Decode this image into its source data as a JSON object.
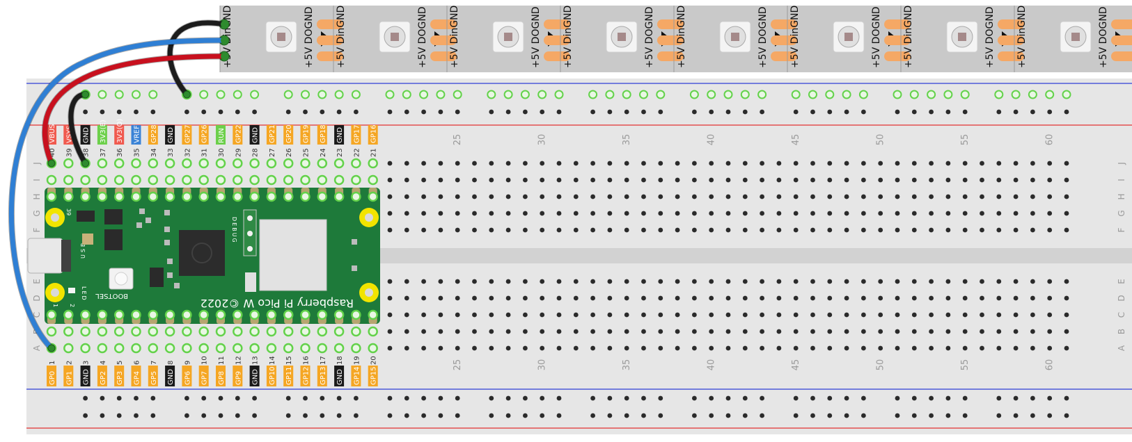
{
  "breadboard": {
    "row_letters": [
      "J",
      "I",
      "H",
      "G",
      "F",
      "E",
      "D",
      "C",
      "B",
      "A"
    ],
    "col_markers": [
      "25",
      "30",
      "35",
      "40",
      "45",
      "50",
      "55",
      "60"
    ],
    "top_pin_numbers": [
      "40",
      "39",
      "38",
      "37",
      "36",
      "35",
      "34",
      "33",
      "32",
      "31",
      "30",
      "29",
      "28",
      "27",
      "26",
      "25",
      "24",
      "23",
      "22",
      "21"
    ],
    "bottom_pin_numbers": [
      "1",
      "2",
      "3",
      "4",
      "5",
      "6",
      "7",
      "8",
      "9",
      "10",
      "11",
      "12",
      "13",
      "14",
      "15",
      "16",
      "17",
      "18",
      "19",
      "20"
    ]
  },
  "pico": {
    "name_label": "Raspberry Pi Pico W ©2022",
    "bootsel_label": "BOOTSEL",
    "led_label": "LED",
    "usb_label": "USB",
    "debug_label": "DEBUG",
    "pin1_marker": "1",
    "pin2_marker": "2",
    "pin39_marker": "39",
    "top_pins": [
      {
        "label": "VBUS",
        "color": "#f05a4f"
      },
      {
        "label": "VSYS",
        "color": "#f05a4f"
      },
      {
        "label": "GND",
        "color": "#1a1a1a"
      },
      {
        "label": "3V3(E)",
        "color": "#6dd04b"
      },
      {
        "label": "3V3(O)",
        "color": "#f05a4f"
      },
      {
        "label": "VREF",
        "color": "#3a83d6"
      },
      {
        "label": "GP28",
        "color": "#f5a623"
      },
      {
        "label": "GND",
        "color": "#1a1a1a"
      },
      {
        "label": "GP27",
        "color": "#f5a623"
      },
      {
        "label": "GP26",
        "color": "#f5a623"
      },
      {
        "label": "RUN",
        "color": "#6dd04b"
      },
      {
        "label": "GP22",
        "color": "#f5a623"
      },
      {
        "label": "GND",
        "color": "#1a1a1a"
      },
      {
        "label": "GP21",
        "color": "#f5a623"
      },
      {
        "label": "GP20",
        "color": "#f5a623"
      },
      {
        "label": "GP19",
        "color": "#f5a623"
      },
      {
        "label": "GP18",
        "color": "#f5a623"
      },
      {
        "label": "GND",
        "color": "#1a1a1a"
      },
      {
        "label": "GP17",
        "color": "#f5a623"
      },
      {
        "label": "GP16",
        "color": "#f5a623"
      }
    ],
    "bottom_pins": [
      {
        "label": "GP0",
        "color": "#f5a623"
      },
      {
        "label": "GP1",
        "color": "#f5a623"
      },
      {
        "label": "GND",
        "color": "#1a1a1a"
      },
      {
        "label": "GP2",
        "color": "#f5a623"
      },
      {
        "label": "GP3",
        "color": "#f5a623"
      },
      {
        "label": "GP4",
        "color": "#f5a623"
      },
      {
        "label": "GP5",
        "color": "#f5a623"
      },
      {
        "label": "GND",
        "color": "#1a1a1a"
      },
      {
        "label": "GP6",
        "color": "#f5a623"
      },
      {
        "label": "GP7",
        "color": "#f5a623"
      },
      {
        "label": "GP8",
        "color": "#f5a623"
      },
      {
        "label": "GP9",
        "color": "#f5a623"
      },
      {
        "label": "GND",
        "color": "#1a1a1a"
      },
      {
        "label": "GP10",
        "color": "#f5a623"
      },
      {
        "label": "GP11",
        "color": "#f5a623"
      },
      {
        "label": "GP12",
        "color": "#f5a623"
      },
      {
        "label": "GP13",
        "color": "#f5a623"
      },
      {
        "label": "GND",
        "color": "#1a1a1a"
      },
      {
        "label": "GP14",
        "color": "#f5a623"
      },
      {
        "label": "GP15",
        "color": "#f5a623"
      }
    ]
  },
  "led_strip": {
    "input_label": "+5V DinGND",
    "output_label": "+5V DOGND",
    "pixel_count": 8
  },
  "wires": [
    {
      "id": "black",
      "color": "#1c1c1c"
    },
    {
      "id": "blue",
      "color": "#2f7fd4"
    },
    {
      "id": "red",
      "color": "#c8101e"
    }
  ],
  "colors": {
    "board": "#e6e6e6",
    "pico_green": "#1e7a3a",
    "strip": "#c9c9c9",
    "pad": "#f5a865",
    "hole_green": "#63d24a",
    "rail_red": "#e23232",
    "rail_blue": "#2f3fd6"
  }
}
